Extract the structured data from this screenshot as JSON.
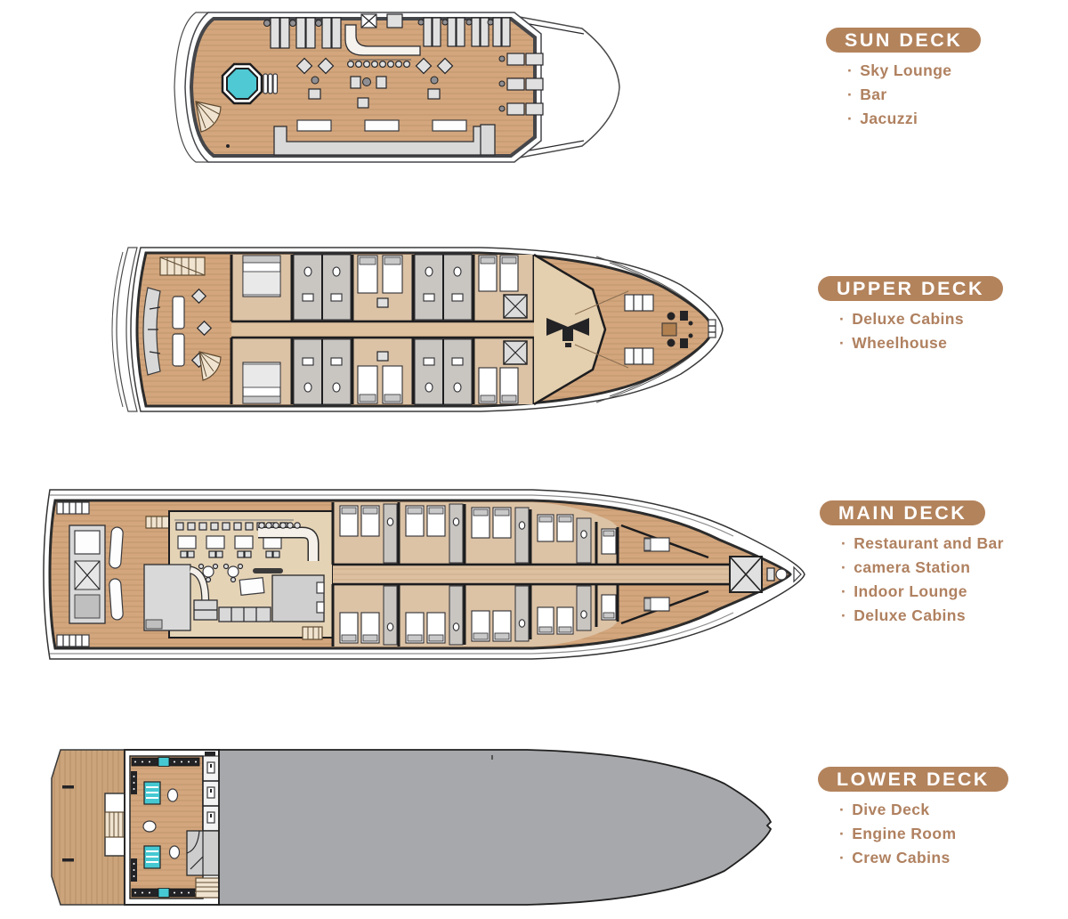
{
  "ui": {
    "bullet": "·"
  },
  "palette": {
    "badge_brown": "#b3835c",
    "feature_text": "#b08160",
    "deck_wood": "#d3a67d",
    "interior_wood": "#dcc3a6",
    "jacuzzi_teal": "#4fc9d4",
    "tank_teal": "#45c8d2",
    "hull_gray": "#a7a8ab",
    "furniture_gray": "#e0e0e0"
  },
  "decks": [
    {
      "name": "SUN DECK",
      "features": [
        "Sky Lounge",
        "Bar",
        "Jacuzzi"
      ]
    },
    {
      "name": "UPPER DECK",
      "features": [
        "Deluxe Cabins",
        "Wheelhouse"
      ]
    },
    {
      "name": "MAIN DECK",
      "features": [
        "Restaurant and Bar",
        "camera Station",
        "Indoor Lounge",
        "Deluxe Cabins"
      ]
    },
    {
      "name": "LOWER DECK",
      "features": [
        "Dive Deck",
        "Engine Room",
        "Crew Cabins"
      ]
    }
  ]
}
